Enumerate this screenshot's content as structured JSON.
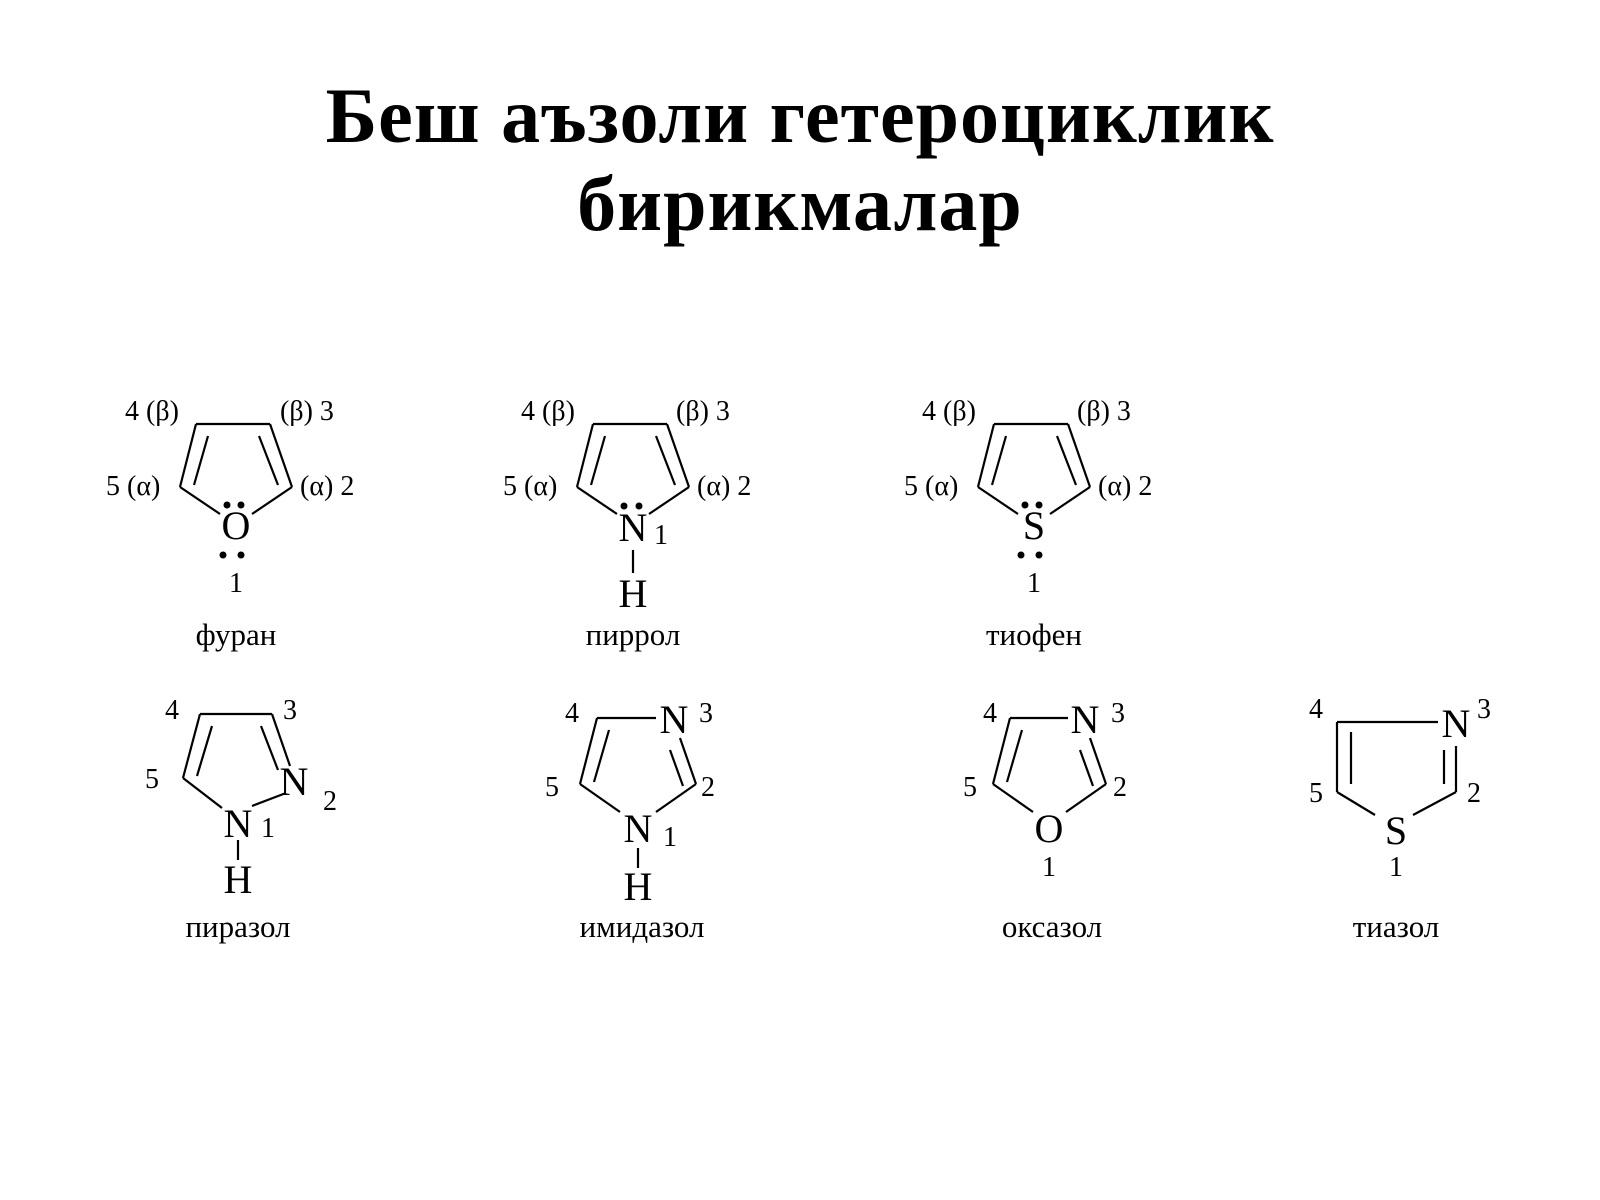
{
  "title": {
    "line1": "Беш аъзоли гетероциклик",
    "line2": "бирикмалар"
  },
  "compounds": {
    "furan": {
      "name": "фуран",
      "heteroatom": "O",
      "pos4": "4 (β)",
      "pos3": "(β) 3",
      "pos5": "5 (α)",
      "pos2": "(α) 2",
      "pos1": "1"
    },
    "pyrrole": {
      "name": "пиррол",
      "heteroatom": "N",
      "hydrogen": "H",
      "pos4": "4 (β)",
      "pos3": "(β) 3",
      "pos5": "5 (α)",
      "pos2": "(α) 2",
      "pos1": "1"
    },
    "thiophene": {
      "name": "тиофен",
      "heteroatom": "S",
      "pos4": "4 (β)",
      "pos3": "(β) 3",
      "pos5": "5 (α)",
      "pos2": "(α) 2",
      "pos1": "1"
    },
    "pyrazole": {
      "name": "пиразол",
      "n1": "N",
      "n2": "N",
      "hydrogen": "H",
      "pos4": "4",
      "pos3": "3",
      "pos5": "5",
      "pos2": "2",
      "pos1": "1"
    },
    "imidazole": {
      "name": "имидазол",
      "n1": "N",
      "n3": "N",
      "hydrogen": "H",
      "pos4": "4",
      "pos3": "3",
      "pos5": "5",
      "pos2": "2",
      "pos1": "1"
    },
    "oxazole": {
      "name": "оксазол",
      "o1": "O",
      "n3": "N",
      "pos4": "4",
      "pos3": "3",
      "pos5": "5",
      "pos2": "2",
      "pos1": "1"
    },
    "thiazole": {
      "name": "тиазол",
      "s1": "S",
      "n3": "N",
      "pos4": "4",
      "pos3": "3",
      "pos5": "5",
      "pos2": "2",
      "pos1": "1"
    }
  }
}
